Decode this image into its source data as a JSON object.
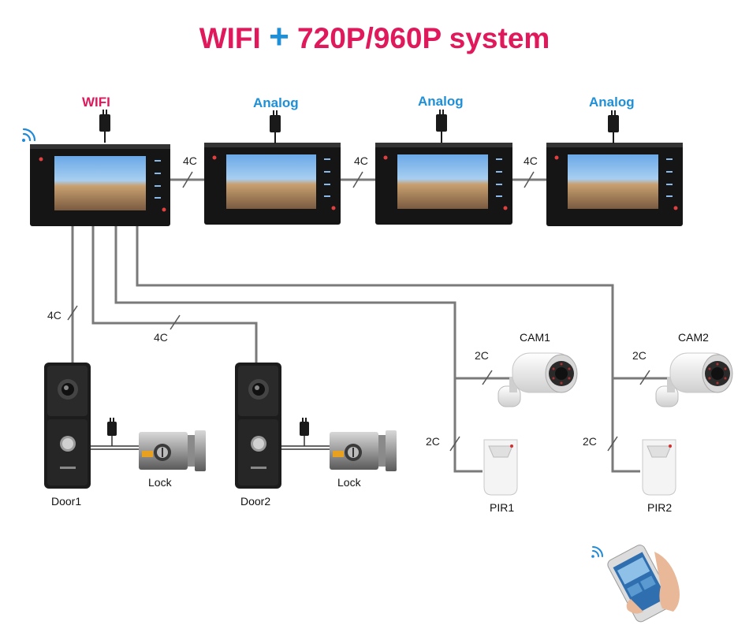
{
  "title": {
    "part1": "WIFI",
    "part2": "720P/960P   system"
  },
  "colors": {
    "title_red": "#e0185c",
    "title_blue": "#1e90d8",
    "analog_blue": "#1e90d8",
    "wire": "#7a7a7a"
  },
  "monitors": [
    {
      "label": "WIFI",
      "color": "#e0185c"
    },
    {
      "label": "Analog",
      "color": "#1e90d8"
    },
    {
      "label": "Analog",
      "color": "#1e90d8"
    },
    {
      "label": "Analog",
      "color": "#1e90d8"
    }
  ],
  "wires": {
    "mon_link_1": "4C",
    "mon_link_2": "4C",
    "mon_link_3": "4C",
    "door1": "4C",
    "door2": "4C",
    "cam1": "2C",
    "cam2": "2C",
    "pir1": "2C",
    "pir2": "2C"
  },
  "devices": {
    "door1": "Door1",
    "door2": "Door2",
    "lock1": "Lock",
    "lock2": "Lock",
    "cam1": "CAM1",
    "cam2": "CAM2",
    "pir1": "PIR1",
    "pir2": "PIR2"
  },
  "icons": [
    "wifi-icon",
    "power-adapter-icon",
    "smartphone-icon"
  ]
}
